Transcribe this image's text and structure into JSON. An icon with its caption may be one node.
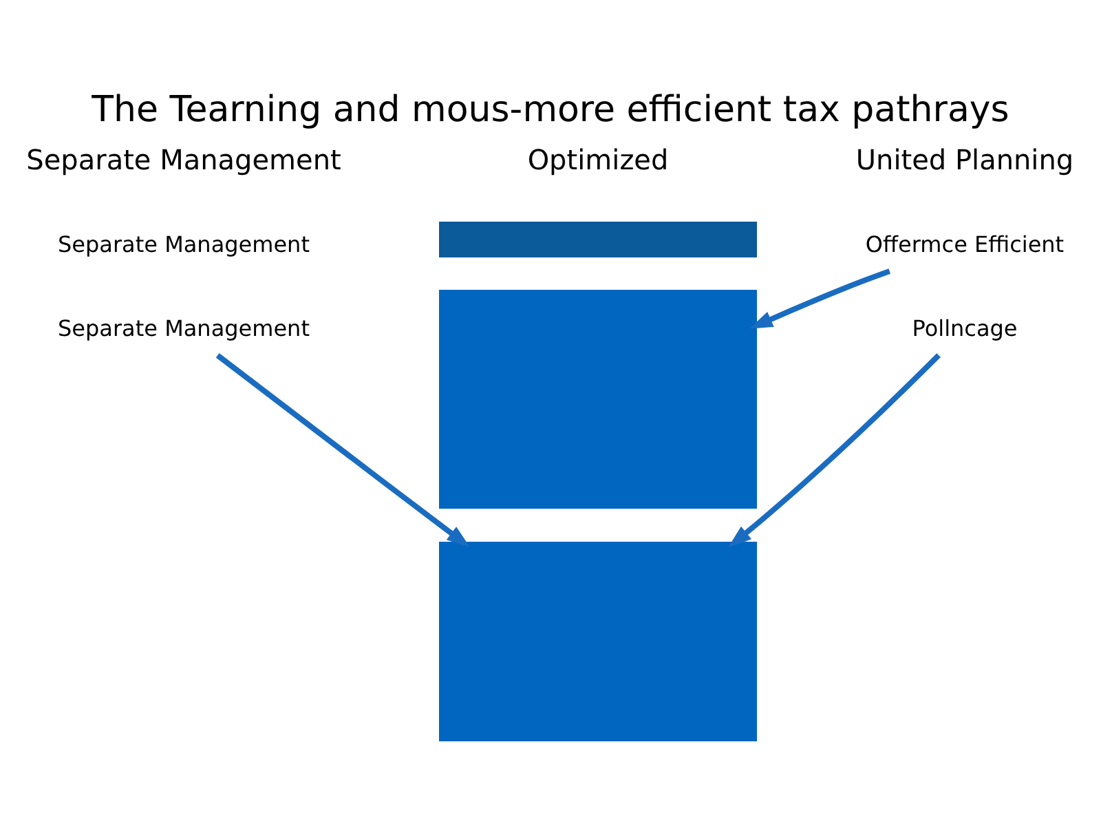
{
  "diagram": {
    "title": "The Tearning and mous-more efficient tax pathrays",
    "nodes": [
      {
        "text": [],
        "shape": "bar"
      },
      {
        "text": [],
        "shape": "bar"
      },
      {
        "text": [
          "Offermce Efficient"
        ]
      },
      {
        "text": [],
        "shape": "bar"
      },
      {
        "text": [
          "Separate Management"
        ]
      },
      {
        "text": [
          "Pollncage"
        ]
      }
    ],
    "edges": [
      {
        "from": 2,
        "to": 1,
        "arrow": "to"
      },
      {
        "from": 4,
        "to": 3,
        "arrow": "to"
      },
      {
        "from": 5,
        "to": 3,
        "arrow": "to"
      }
    ],
    "labels": [
      "Separate Management",
      "Optimized",
      "United Planning",
      "Separate Management"
    ]
  }
}
